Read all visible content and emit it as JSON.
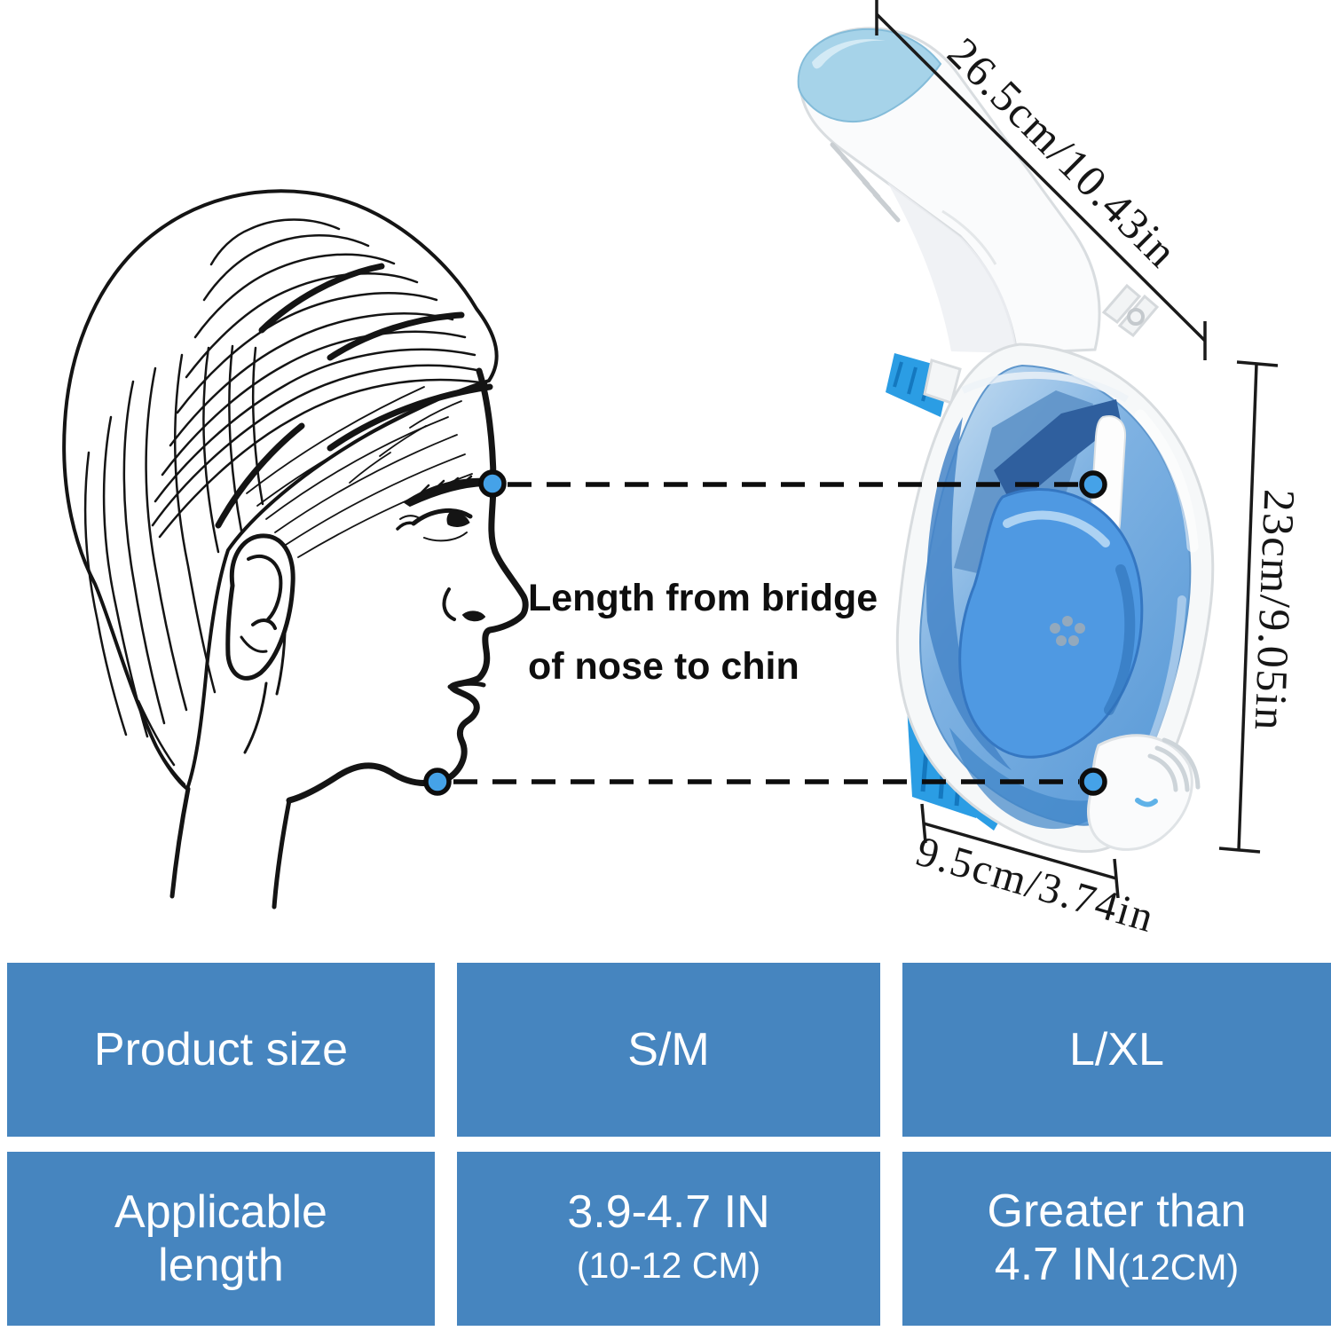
{
  "title": "Snorkel mask sizing diagram",
  "note": {
    "line1": "Length from bridge",
    "line2": "of nose to chin"
  },
  "dimensions": {
    "snorkel_length": "26.5cm/10.43in",
    "mask_height": "23cm/9.05in",
    "mask_width": "9.5cm/3.74in"
  },
  "table": {
    "product_size_label": "Product size",
    "size_sm": "S/M",
    "size_lxl": "L/XL",
    "applicable_label_line1": "Applicable",
    "applicable_label_line2": "length",
    "sm_range": "3.9-4.7 IN",
    "sm_range_paren": "(10-12 CM)",
    "lxl_range_line1": "Greater than",
    "lxl_range_value": "4.7 IN",
    "lxl_range_paren": "(12CM)"
  },
  "colors": {
    "table_blue": "#4685bf",
    "marker_dot_blue": "#45a2e8",
    "strap_blue": "#2b9de4",
    "visor_blue": "#6fa9dd",
    "snorkel_tip_blue": "#a6d3e9",
    "ink_black": "#141414"
  }
}
